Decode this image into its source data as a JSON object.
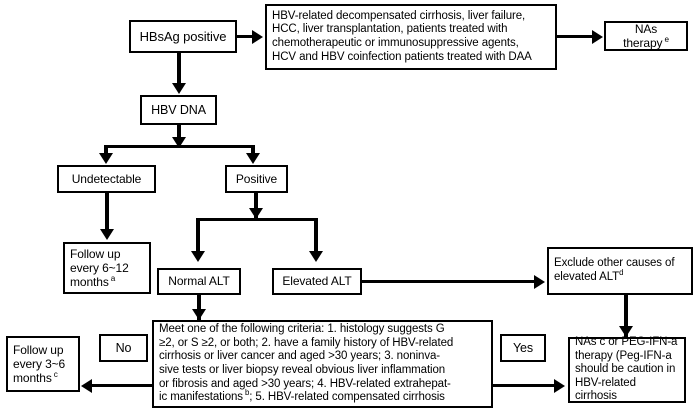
{
  "diagram": {
    "title": "HBV antiviral therapy indication flowchart",
    "colors": {
      "stroke": "#000000",
      "fill": "#ffffff",
      "text": "#000000"
    },
    "nodes": {
      "hbsag_positive": {
        "label": "HBsAg positive"
      },
      "special_populations": {
        "line1": "HBV-related decompensated cirrhosis, liver failure,",
        "line2": "HCC, liver transplantation, patients treated with",
        "line3": "chemotherapeutic or immunosuppressive agents,",
        "line4": "HCV and HBV coinfection patients treated with DAA"
      },
      "nas_therapy": {
        "label": "NAs therapy",
        "note": "e"
      },
      "hbv_dna": {
        "label": "HBV DNA"
      },
      "undetectable": {
        "label": "Undetectable"
      },
      "positive": {
        "label": "Positive"
      },
      "follow_up_6_12": {
        "line1": "Follow up",
        "line2": "every 6~12",
        "line3": "months",
        "note": "a"
      },
      "normal_alt": {
        "label": "Normal ALT"
      },
      "elevated_alt": {
        "label": "Elevated ALT"
      },
      "exclude_causes": {
        "line1": "Exclude other causes of",
        "line2": "elevated ALT",
        "note": "d"
      },
      "criteria": {
        "line1": "Meet one of the following criteria: 1. histology suggests G",
        "line2": "≥2, or S ≥2, or both; 2. have a family history of HBV-related",
        "line3": "cirrhosis or liver cancer and aged >30 years; 3. noninva-",
        "line4": "sive tests or liver biopsy reveal obvious liver inflammation",
        "line5": "or fibrosis and aged >30 years; 4. HBV-related extrahepat-",
        "line6a": "ic manifestations",
        "line6note": "b",
        "line6b": "; 5. HBV-related compensated cirrhosis"
      },
      "follow_up_3_6": {
        "line1": "Follow up",
        "line2": "every 3~6",
        "line3": "months",
        "note": "c"
      },
      "treatment": {
        "line1": "NAs c or PEG-IFN-a",
        "line2": "therapy (Peg-IFN-a",
        "line3": "should be caution in",
        "line4": "HBV-related cirrhosis"
      }
    },
    "edge_labels": {
      "no": "No",
      "yes": "Yes"
    }
  }
}
